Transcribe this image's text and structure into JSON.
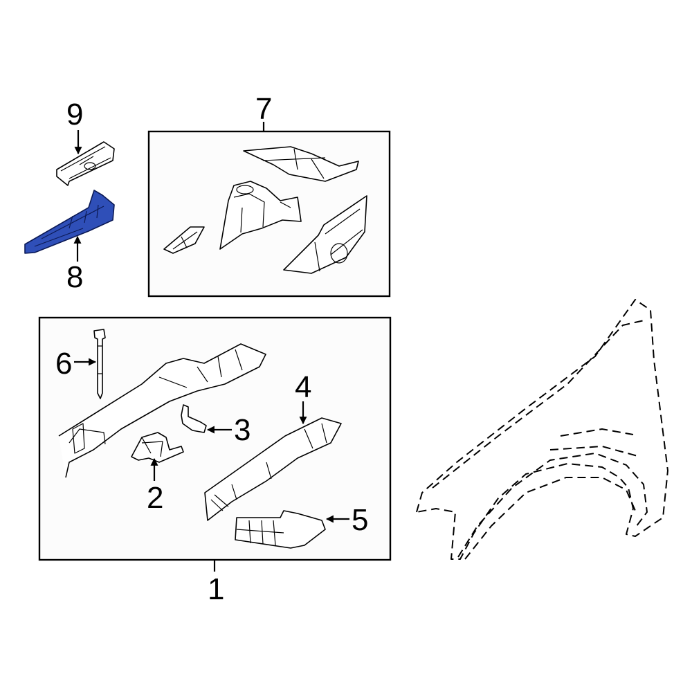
{
  "colors": {
    "highlight": "#2f4fb8",
    "highlight_stroke": "#0c1a55",
    "line": "#000000",
    "background": "#ffffff"
  },
  "callouts": {
    "c1": "1",
    "c2": "2",
    "c3": "3",
    "c4": "4",
    "c5": "5",
    "c6": "6",
    "c7": "7",
    "c8": "8",
    "c9": "9"
  },
  "highlighted_part": "8"
}
